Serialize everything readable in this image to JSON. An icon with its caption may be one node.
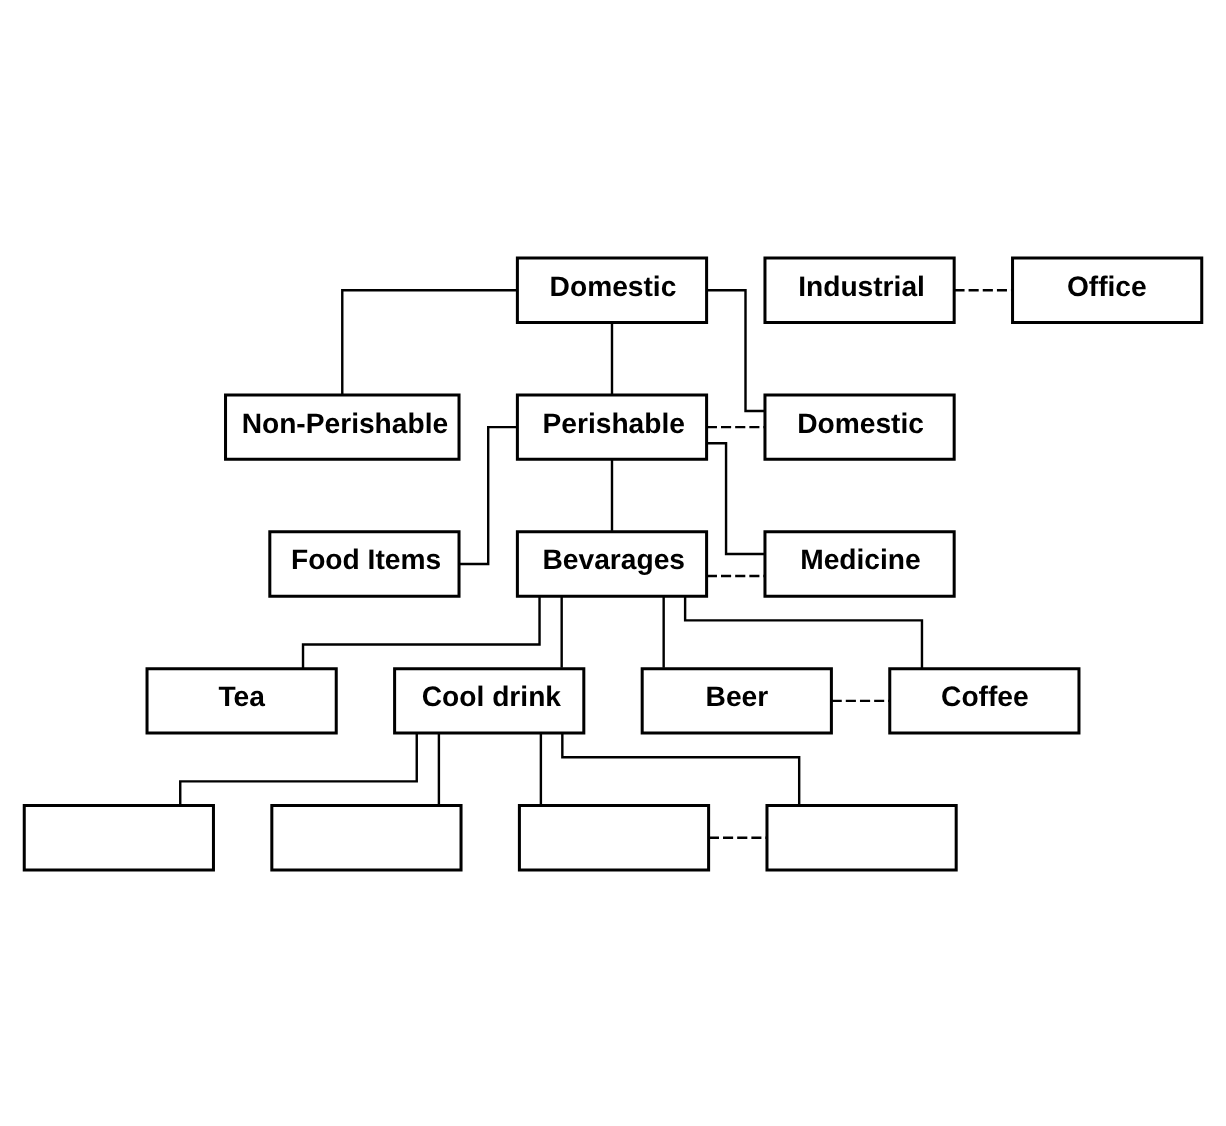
{
  "diagram": {
    "nodes": [
      {
        "text": [
          "Domestic"
        ]
      },
      {
        "text": [
          "Industrial"
        ]
      },
      {
        "text": [
          "Office"
        ]
      },
      {
        "text": [
          "Non-Perishable"
        ]
      },
      {
        "text": [
          "Perishable"
        ]
      },
      {
        "text": [
          "Domestic"
        ]
      },
      {
        "text": [
          "Food Items"
        ]
      },
      {
        "text": [
          "Bevarages"
        ]
      },
      {
        "text": [
          "Medicine"
        ]
      },
      {
        "text": [
          "Tea"
        ]
      },
      {
        "text": [
          "Cool drink"
        ]
      },
      {
        "text": [
          "Beer"
        ]
      },
      {
        "text": [
          "Coffee"
        ]
      },
      {
        "text": [],
        "shape": "box"
      },
      {
        "text": [],
        "shape": "box"
      },
      {
        "text": [],
        "shape": "box"
      },
      {
        "text": [],
        "shape": "box"
      }
    ],
    "edges": [
      {
        "from": 1,
        "to": 2,
        "arrow": "none",
        "style": "dashed"
      },
      {
        "from": 0,
        "to": 3,
        "arrow": "none"
      },
      {
        "from": 0,
        "to": 4,
        "arrow": "none"
      },
      {
        "from": 0,
        "to": 5,
        "arrow": "none"
      },
      {
        "from": 4,
        "to": 5,
        "arrow": "none",
        "style": "dashed"
      },
      {
        "from": 4,
        "to": 6,
        "arrow": "none"
      },
      {
        "from": 4,
        "to": 7,
        "arrow": "none"
      },
      {
        "from": 4,
        "to": 8,
        "arrow": "none"
      },
      {
        "from": 7,
        "to": 8,
        "arrow": "none",
        "style": "dashed"
      },
      {
        "from": 7,
        "to": 9,
        "arrow": "none"
      },
      {
        "from": 7,
        "to": 10,
        "arrow": "none"
      },
      {
        "from": 7,
        "to": 11,
        "arrow": "none"
      },
      {
        "from": 7,
        "to": 12,
        "arrow": "none"
      },
      {
        "from": 11,
        "to": 12,
        "arrow": "none",
        "style": "dashed"
      },
      {
        "from": 10,
        "to": 13,
        "arrow": "none"
      },
      {
        "from": 10,
        "to": 14,
        "arrow": "none"
      },
      {
        "from": 10,
        "to": 15,
        "arrow": "none"
      },
      {
        "from": 10,
        "to": 16,
        "arrow": "none"
      },
      {
        "from": 15,
        "to": 16,
        "arrow": "none",
        "style": "dashed"
      }
    ]
  }
}
